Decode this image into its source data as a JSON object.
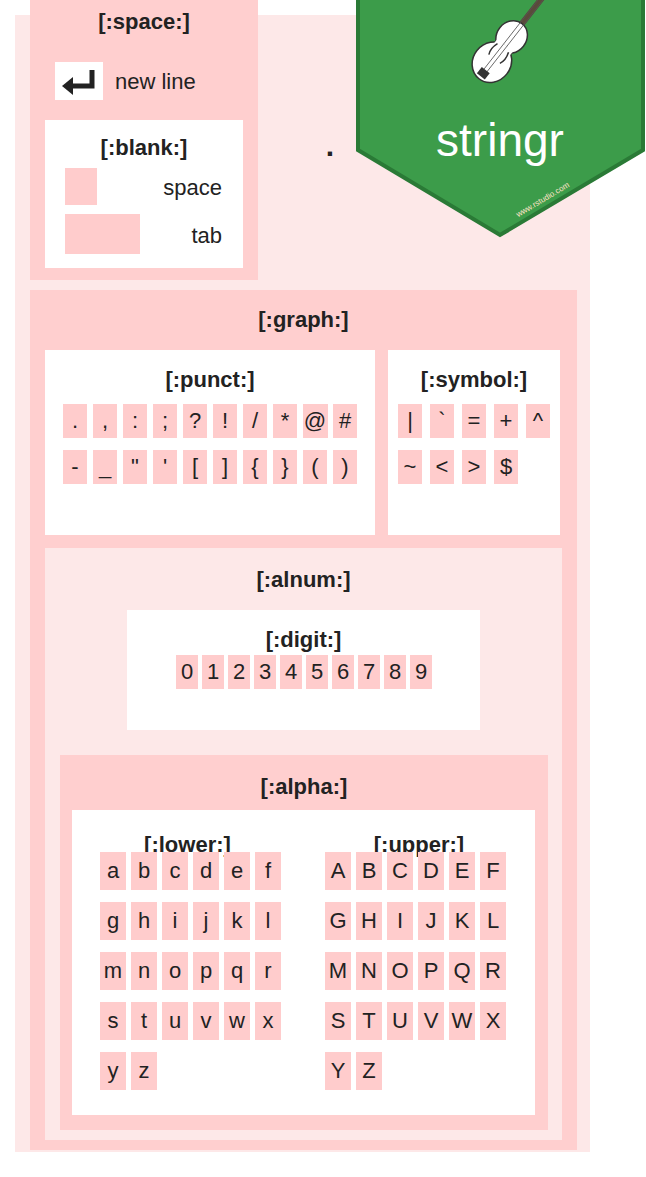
{
  "diagram": {
    "nodes": [
      {
        "text": [
          "."
        ]
      },
      {
        "text": [
          "[:space:]",
          "new line"
        ],
        "in": 0
      },
      {
        "text": [
          "[:blank:]",
          "space",
          "tab"
        ],
        "in": 1
      },
      {
        "text": [
          "[:graph:]"
        ],
        "in": 0
      },
      {
        "text": [
          "[:punct:]",
          ".",
          ",",
          ":",
          ";",
          "?",
          "!",
          "/",
          "*",
          "@",
          "#",
          "-",
          "_",
          "\"",
          "'",
          "[",
          "]",
          "{",
          "}",
          "(",
          ")"
        ],
        "in": 3
      },
      {
        "text": [
          "[:symbol:]",
          "|",
          "`",
          "=",
          "+",
          "^",
          "~",
          "<",
          ">",
          "$"
        ],
        "in": 3
      },
      {
        "text": [
          "[:alnum:]"
        ],
        "in": 3
      },
      {
        "text": [
          "[:digit:]",
          "0",
          "1",
          "2",
          "3",
          "4",
          "5",
          "6",
          "7",
          "8",
          "9"
        ],
        "in": 6
      },
      {
        "text": [
          "[:alpha:]"
        ],
        "in": 6
      },
      {
        "text": [
          "[:lower:]",
          "a",
          "b",
          "c",
          "d",
          "e",
          "f",
          "g",
          "h",
          "i",
          "j",
          "k",
          "l",
          "m",
          "n",
          "o",
          "p",
          "q",
          "r",
          "s",
          "t",
          "u",
          "v",
          "w",
          "x",
          "y",
          "z"
        ],
        "in": 8
      },
      {
        "text": [
          "[:upper:]",
          "A",
          "B",
          "C",
          "D",
          "E",
          "F",
          "G",
          "H",
          "I",
          "J",
          "K",
          "L",
          "M",
          "N",
          "O",
          "P",
          "Q",
          "R",
          "S",
          "T",
          "U",
          "V",
          "W",
          "X",
          "Y",
          "Z"
        ],
        "in": 8
      }
    ],
    "labels": [
      "stringr",
      "www.rstudio.com"
    ]
  }
}
